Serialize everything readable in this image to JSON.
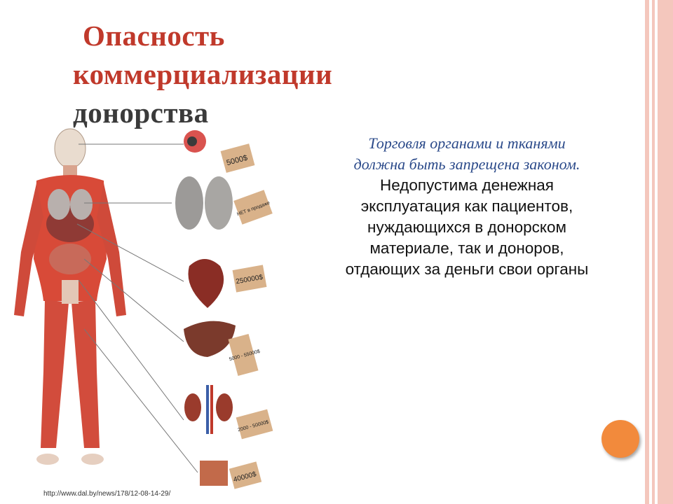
{
  "slide": {
    "title_lines": [
      "Опасность",
      "коммерциализации",
      "донорства"
    ],
    "body_italic": [
      "Торговля органами и тканями",
      "должна быть запрещена законом."
    ],
    "body_plain": [
      "Недопустима денежная",
      "эксплуатация как пациентов,",
      "нуждающихся в донорском",
      "материале, так и доноров,",
      "отдающих за деньги свои органы"
    ],
    "source_url": "http://www.dal.by/news/178/12-08-14-29/"
  },
  "figure": {
    "tags": [
      {
        "organ": "eye-icon",
        "price": "5000$"
      },
      {
        "organ": "lungs-icon",
        "price": "НЕТ в продаже"
      },
      {
        "organ": "heart-icon",
        "price": "250000$"
      },
      {
        "organ": "liver-icon",
        "price": "5000 - 55000$"
      },
      {
        "organ": "kidneys-icon",
        "price": "2000 - 50000$"
      },
      {
        "organ": "bone-marrow-icon",
        "price": "40000$"
      }
    ]
  },
  "colors": {
    "title_red": "#c0392b",
    "italic_blue": "#2b4a8a",
    "stripe": "#f4c7bd",
    "accent_circle": "#f28a3c"
  }
}
